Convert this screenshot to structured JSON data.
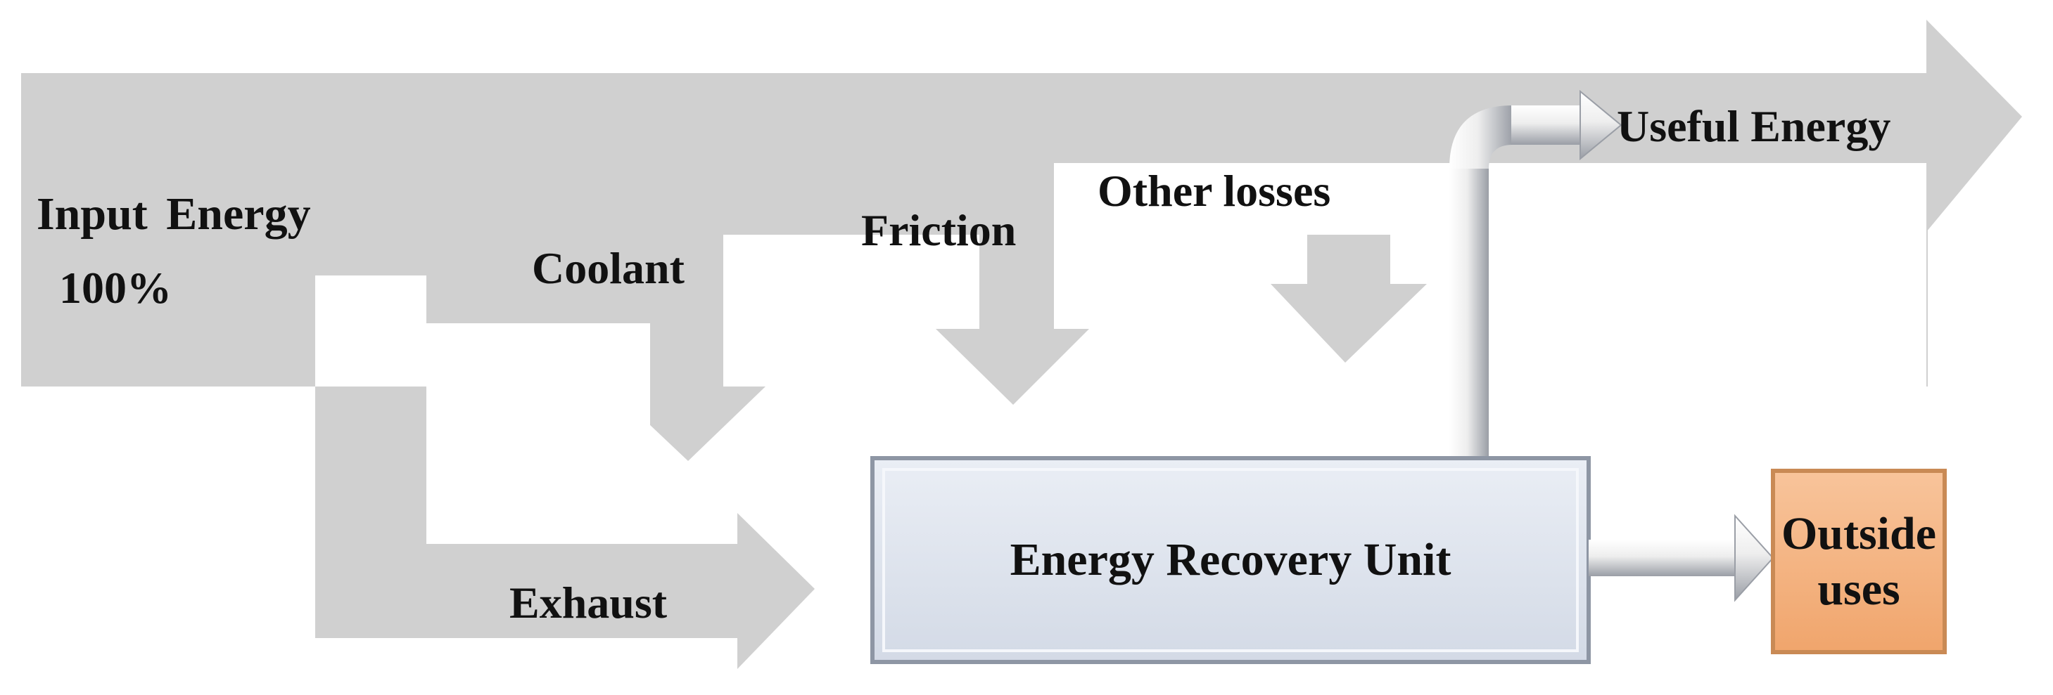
{
  "diagram": {
    "input_energy": {
      "title": "Input Energy",
      "percent": "100%"
    },
    "losses": {
      "coolant": "Coolant",
      "friction": "Friction",
      "other": "Other losses",
      "exhaust": "Exhaust"
    },
    "useful_energy": "Useful Energy",
    "recovery_unit": "Energy Recovery Unit",
    "outside_uses": {
      "line1": "Outside",
      "line2": "uses"
    },
    "colors": {
      "flow_gray": "#d0d0d0",
      "pipe_light": "#f4f4f4",
      "pipe_dark": "#9a9ea6",
      "recovery_box": "#dfe5ef",
      "recovery_border": "#8e96a4",
      "outside_box": "#f4b383",
      "outside_border": "#c98a55"
    }
  }
}
